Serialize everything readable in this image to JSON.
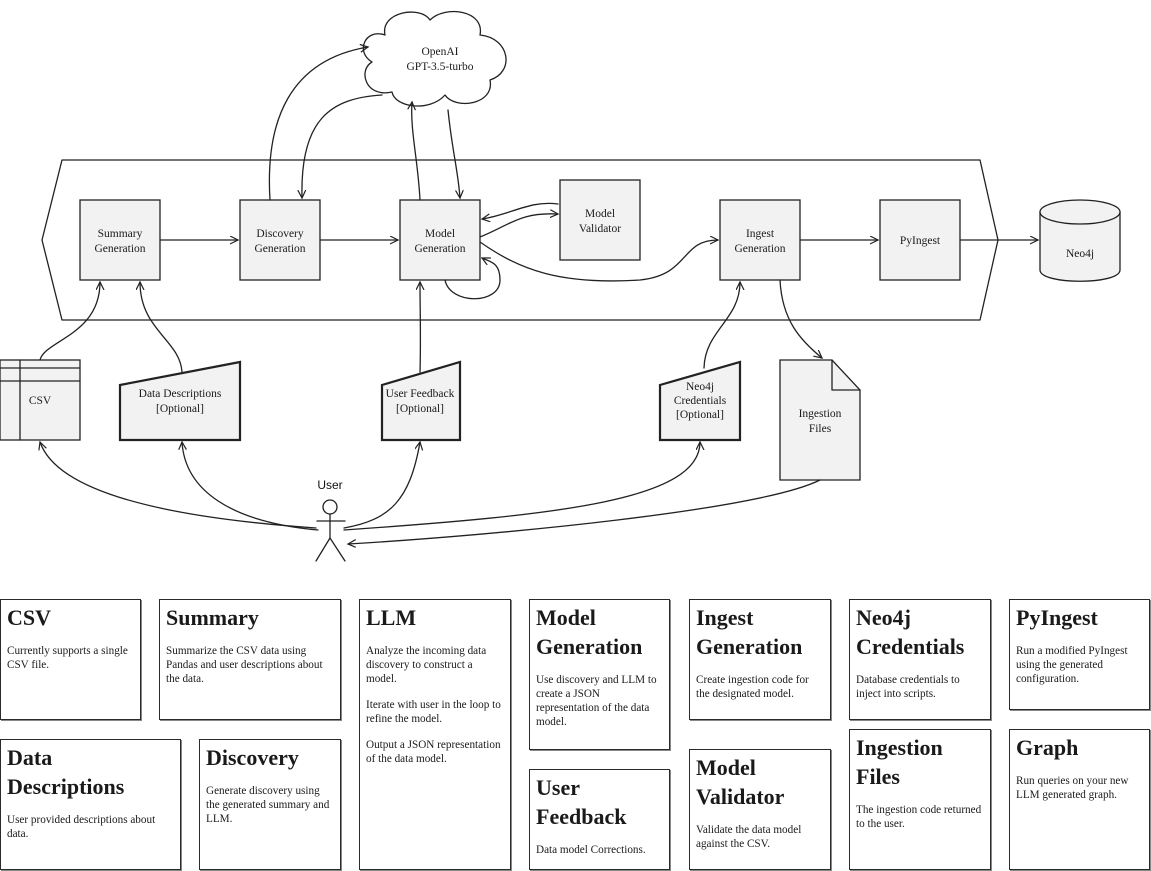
{
  "diagram": {
    "cloud_label_1": "OpenAI",
    "cloud_label_2": "GPT-3.5-turbo",
    "nodes": {
      "summary_1": "Summary",
      "summary_2": "Generation",
      "discovery_1": "Discovery",
      "discovery_2": "Generation",
      "model_1": "Model",
      "model_2": "Generation",
      "validator_1": "Model",
      "validator_2": "Validator",
      "ingest_1": "Ingest",
      "ingest_2": "Generation",
      "pyingest": "PyIngest",
      "neo4j": "Neo4j"
    },
    "inputs": {
      "csv": "CSV",
      "data_desc_1": "Data Descriptions",
      "data_desc_2": "[Optional]",
      "feedback_1": "User Feedback",
      "feedback_2": "[Optional]",
      "cred_1": "Neo4j",
      "cred_2": "Credentials",
      "cred_3": "[Optional]",
      "files_1": "Ingestion",
      "files_2": "Files"
    },
    "user_label": "User"
  },
  "cards": {
    "csv": {
      "title": "CSV",
      "body": "Currently supports a single CSV file."
    },
    "summary": {
      "title": "Summary",
      "body": "Summarize the CSV data using Pandas and user descriptions about the data."
    },
    "llm": {
      "title": "LLM",
      "body1": "Analyze the incoming data discovery to construct a model.",
      "body2": "Iterate with user in the loop to refine the model.",
      "body3": "Output a JSON representation of the data model."
    },
    "model_generation": {
      "title": "Model Generation",
      "body": "Use discovery and LLM to create a JSON representation of the data model."
    },
    "ingest_generation": {
      "title": "Ingest Generation",
      "body": "Create ingestion code for the designated model."
    },
    "neo4j_credentials": {
      "title": "Neo4j Credentials",
      "body": "Database credentials to inject into scripts."
    },
    "pyingest": {
      "title": "PyIngest",
      "body": "Run a modified PyIngest using the generated configuration."
    },
    "data_descriptions": {
      "title": "Data Descriptions",
      "body": "User provided descriptions about data."
    },
    "discovery": {
      "title": "Discovery",
      "body": "Generate discovery using the generated summary and LLM."
    },
    "user_feedback": {
      "title": "User Feedback",
      "body": "Data model Corrections."
    },
    "model_validator": {
      "title": "Model Validator",
      "body": "Validate the data model against the CSV."
    },
    "ingestion_files": {
      "title": "Ingestion Files",
      "body": "The ingestion code returned to the user."
    },
    "graph": {
      "title": "Graph",
      "body": "Run queries on your new LLM generated graph."
    }
  }
}
